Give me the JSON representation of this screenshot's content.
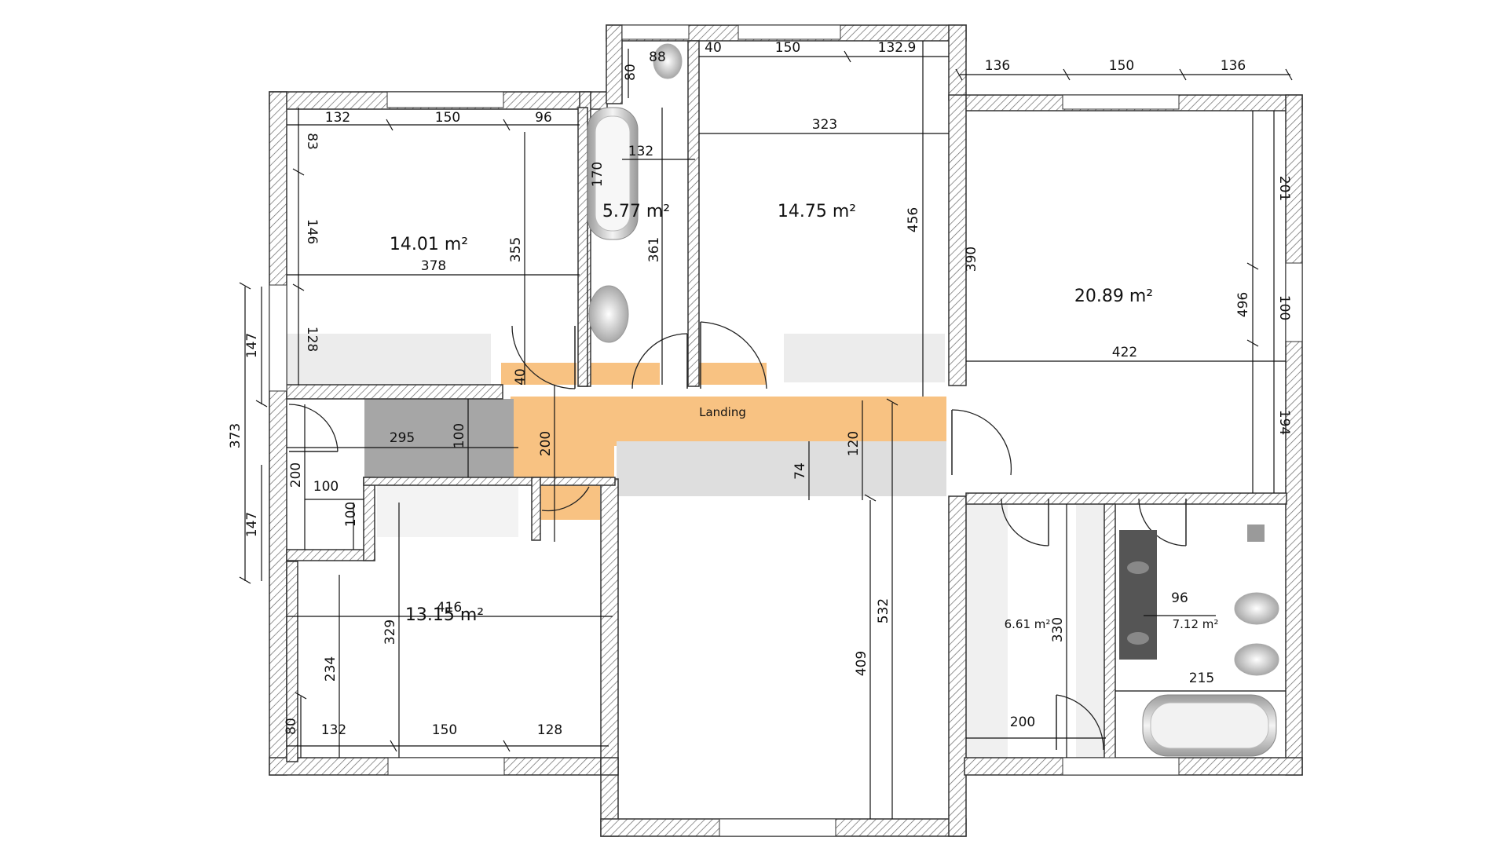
{
  "rooms": [
    {
      "id": "bedroom-1",
      "area": "14.01 m²"
    },
    {
      "id": "bathroom-1",
      "area": "5.77 m²"
    },
    {
      "id": "bedroom-2",
      "area": "14.75 m²"
    },
    {
      "id": "bedroom-3",
      "area": "20.89 m²"
    },
    {
      "id": "bedroom-4",
      "area": "13.15 m²"
    },
    {
      "id": "dressing",
      "area": "6.61 m²"
    },
    {
      "id": "bathroom-2",
      "area": "7.12 m²"
    }
  ],
  "landing_label": "Landing",
  "dimensions": {
    "d136a": "136",
    "d150a": "150",
    "d136b": "136",
    "d40t": "40",
    "d150t": "150",
    "d1329": "132.9",
    "d88": "88",
    "d80t": "80",
    "d132a": "132",
    "d150b": "150",
    "d96a": "96",
    "d83": "83",
    "d146": "146",
    "d128a": "128",
    "d378": "378",
    "d355": "355",
    "d132b": "132",
    "d170": "170",
    "d361": "361",
    "d323": "323",
    "d456": "456",
    "d390": "390",
    "d201": "201",
    "d496": "496",
    "d100a": "100",
    "d422": "422",
    "d194": "194",
    "d147a": "147",
    "d373": "373",
    "d147b": "147",
    "d40m": "40",
    "d295": "295",
    "d100b": "100",
    "d200a": "200",
    "d74": "74",
    "d120": "120",
    "d200b": "200",
    "d100c": "100",
    "d100d": "100",
    "d416": "416",
    "d329": "329",
    "d234": "234",
    "d409": "409",
    "d532": "532",
    "d330": "330",
    "d96b": "96",
    "d215": "215",
    "d200c": "200",
    "d80b": "80",
    "d132c": "132",
    "d150c": "150",
    "d128b": "128"
  }
}
